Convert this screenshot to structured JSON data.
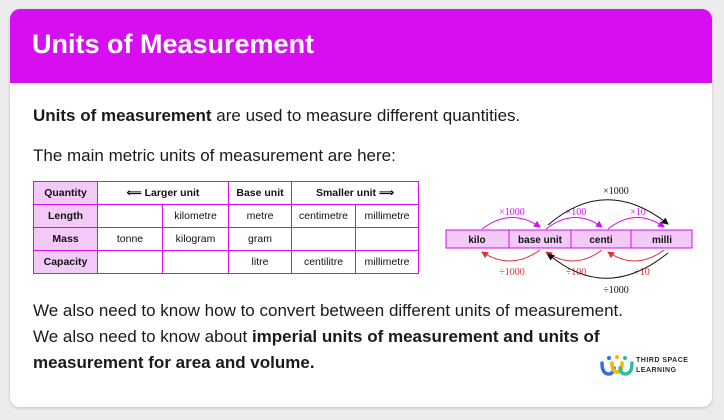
{
  "header": {
    "title": "Units of Measurement"
  },
  "intro": {
    "bold": "Units of measurement",
    "rest": " are used to measure different quantities."
  },
  "subtitle": "The main metric units of measurement are here:",
  "table": {
    "header": {
      "quantity": "Quantity",
      "larger": "⟸ Larger unit",
      "base": "Base unit",
      "smaller": "Smaller unit ⟹"
    },
    "rows": [
      {
        "label": "Length",
        "cells": [
          "",
          "kilometre",
          "metre",
          "centimetre",
          "millimetre"
        ]
      },
      {
        "label": "Mass",
        "cells": [
          "tonne",
          "kilogram",
          "gram",
          "",
          ""
        ]
      },
      {
        "label": "Capacity",
        "cells": [
          "",
          "",
          "litre",
          "centilitre",
          "millimetre"
        ]
      }
    ]
  },
  "conversion": {
    "units": [
      "kilo",
      "base unit",
      "centi",
      "milli"
    ],
    "multiply": [
      "×1000",
      "×100",
      "×10"
    ],
    "multiply_long": "×1000",
    "divide": [
      "÷1000",
      "÷100",
      "÷10"
    ],
    "divide_long": "÷1000",
    "colors": {
      "cell_bg": "#f3c9f8",
      "border": "#d60ef0",
      "up_arrow": "#d60ef0",
      "down_arrow": "#e03030",
      "long_arrow": "#111111"
    }
  },
  "footer": {
    "line1": "We also need to know how to convert between different units of measurement.",
    "line2_start": "We also need to know about ",
    "line2_bold": "imperial units of measurement and units of",
    "line3_bold": "measurement for area and volume."
  },
  "brand": {
    "line1": "THIRD SPACE",
    "line2": "LEARNING"
  },
  "colors": {
    "header": "#d60ef0",
    "table_label_bg": "#f3c9f8"
  }
}
